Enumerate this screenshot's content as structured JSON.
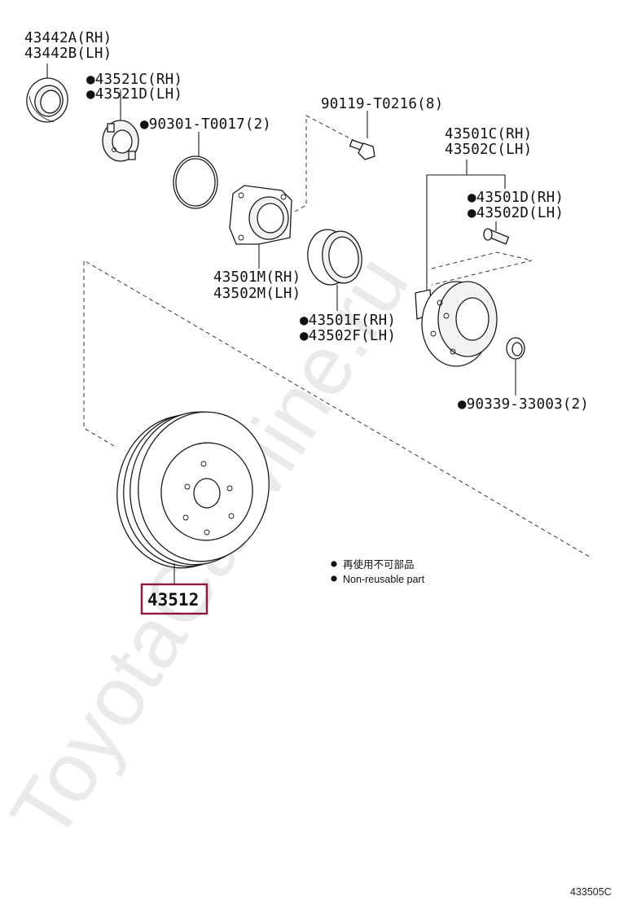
{
  "watermark": "ToyotaCarMine.ru",
  "labels": {
    "oil_seal_rh": "43442A(RH)",
    "oil_seal_lh": "43442B(LH)",
    "cap_rh": "●43521C(RH)",
    "cap_lh": "●43521D(LH)",
    "o_ring": "●90301-T0017(2)",
    "bolt": "90119-T0216(8)",
    "hub_rh": "43501C(RH)",
    "hub_lh": "43502C(LH)",
    "hub_bolt_rh": "●43501D(RH)",
    "hub_bolt_lh": "●43502D(LH)",
    "bearing_rh": "43501M(RH)",
    "bearing_lh": "43502M(LH)",
    "inner_ring_rh": "●43501F(RH)",
    "inner_ring_lh": "●43502F(LH)",
    "nut": "●90339-33003(2)",
    "disc": "43512"
  },
  "legend": {
    "jp": "再使用不可部品",
    "en": "Non-reusable part"
  },
  "diagram_code": "433505C",
  "colors": {
    "highlight": "#8b1a3a",
    "line": "#1a1a1a",
    "watermark": "#d9d9d9"
  }
}
